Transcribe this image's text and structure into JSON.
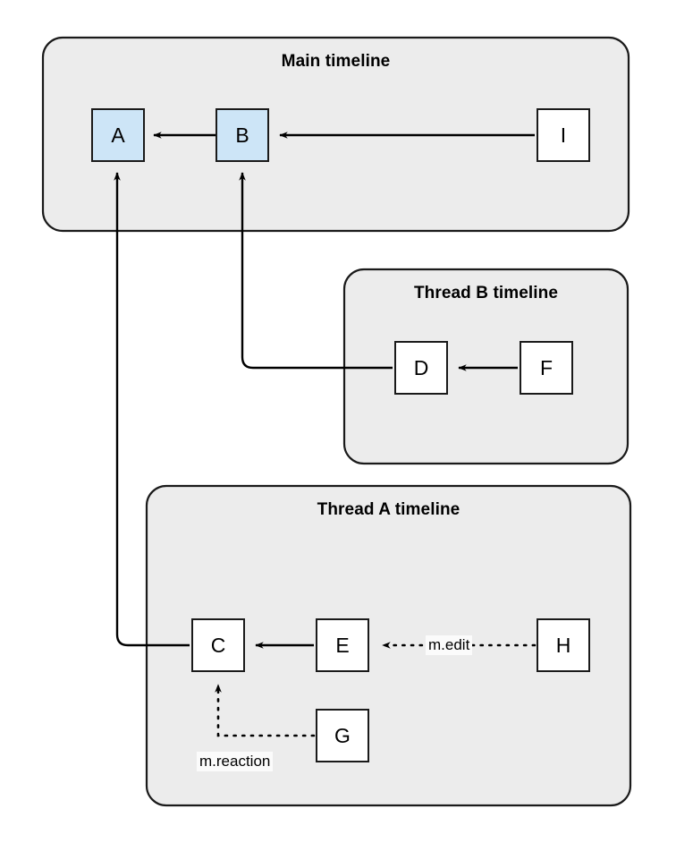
{
  "diagram": {
    "title_hidden": "",
    "colors": {
      "group_fill": "#ececec",
      "group_stroke": "#1a1a1a",
      "event_fill": "#ffffff",
      "highlight_fill": "#cde5f7",
      "event_stroke": "#1a1a1a",
      "edge_stroke": "#000000",
      "label_bg": "#fbfbfb",
      "page_bg": "#ffffff"
    },
    "groups": [
      {
        "id": "main",
        "title": "Main timeline"
      },
      {
        "id": "threadB",
        "title": "Thread B timeline"
      },
      {
        "id": "threadA",
        "title": "Thread A timeline"
      }
    ],
    "events": [
      {
        "id": "A",
        "label": "A",
        "group": "main",
        "highlighted": true
      },
      {
        "id": "B",
        "label": "B",
        "group": "main",
        "highlighted": true
      },
      {
        "id": "I",
        "label": "I",
        "group": "main",
        "highlighted": false
      },
      {
        "id": "D",
        "label": "D",
        "group": "threadB",
        "highlighted": false
      },
      {
        "id": "F",
        "label": "F",
        "group": "threadB",
        "highlighted": false
      },
      {
        "id": "C",
        "label": "C",
        "group": "threadA",
        "highlighted": false
      },
      {
        "id": "E",
        "label": "E",
        "group": "threadA",
        "highlighted": false
      },
      {
        "id": "G",
        "label": "G",
        "group": "threadA",
        "highlighted": false
      },
      {
        "id": "H",
        "label": "H",
        "group": "threadA",
        "highlighted": false
      }
    ],
    "edges": [
      {
        "from": "B",
        "to": "A",
        "style": "solid",
        "label": ""
      },
      {
        "from": "I",
        "to": "B",
        "style": "solid",
        "label": ""
      },
      {
        "from": "F",
        "to": "D",
        "style": "solid",
        "label": ""
      },
      {
        "from": "D",
        "to": "B",
        "style": "solid",
        "label": ""
      },
      {
        "from": "E",
        "to": "C",
        "style": "solid",
        "label": ""
      },
      {
        "from": "C",
        "to": "A",
        "style": "solid",
        "label": ""
      },
      {
        "from": "H",
        "to": "E",
        "style": "dotted",
        "label": "m.edit"
      },
      {
        "from": "G",
        "to": "C",
        "style": "dotted",
        "label": "m.reaction"
      }
    ],
    "edge_labels": {
      "m_edit": "m.edit",
      "m_reaction": "m.reaction"
    }
  }
}
